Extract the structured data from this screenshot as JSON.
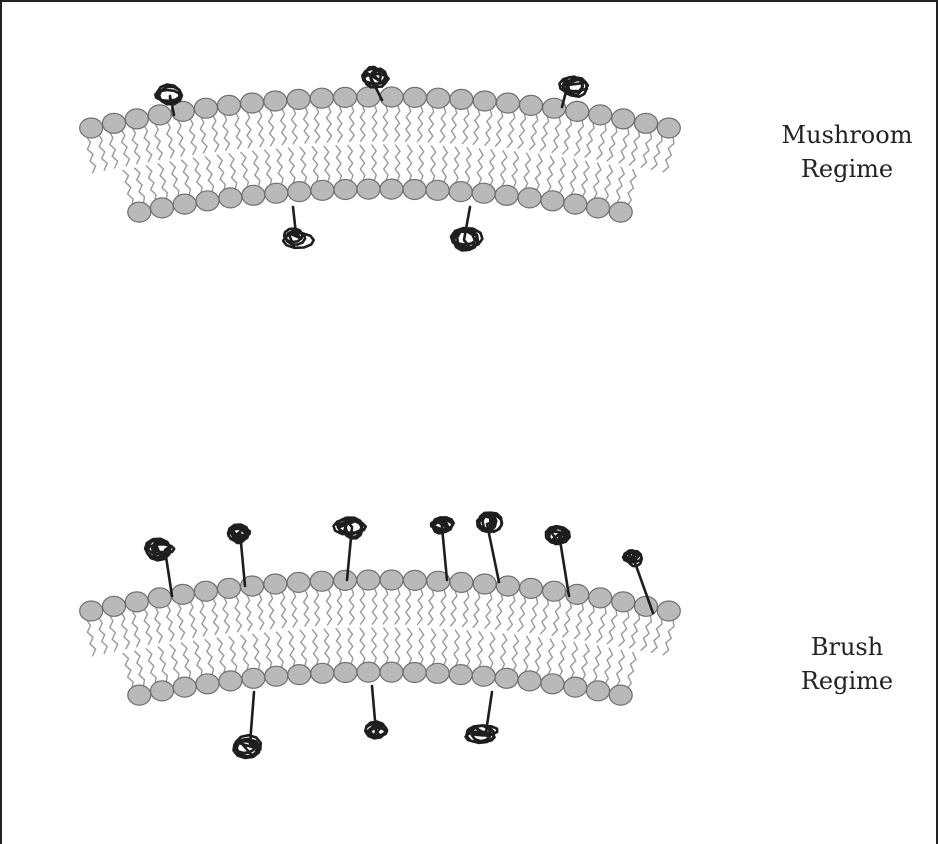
{
  "labels": {
    "mushroom_line1": "Mushroom",
    "mushroom_line2": "Regime",
    "brush_line1": "Brush",
    "brush_line2": "Regime"
  },
  "colors": {
    "head_fill": "#b9b9b9",
    "head_stroke": "#6f6f6f",
    "tail": "#9a9a9a",
    "polymer": "#1e1e1e"
  }
}
